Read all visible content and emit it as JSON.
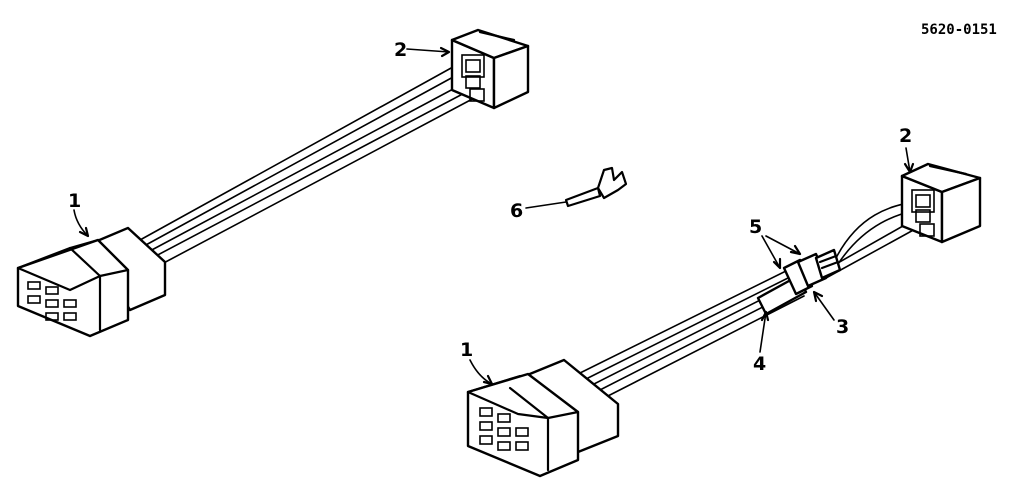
{
  "reference_code": "5620-0151",
  "callouts": {
    "a1": "1",
    "a2": "2",
    "b1": "1",
    "b2": "2",
    "b3": "3",
    "b4": "4",
    "b5": "5",
    "b6": "6"
  },
  "colors": {
    "line": "#000000",
    "background": "#ffffff"
  }
}
